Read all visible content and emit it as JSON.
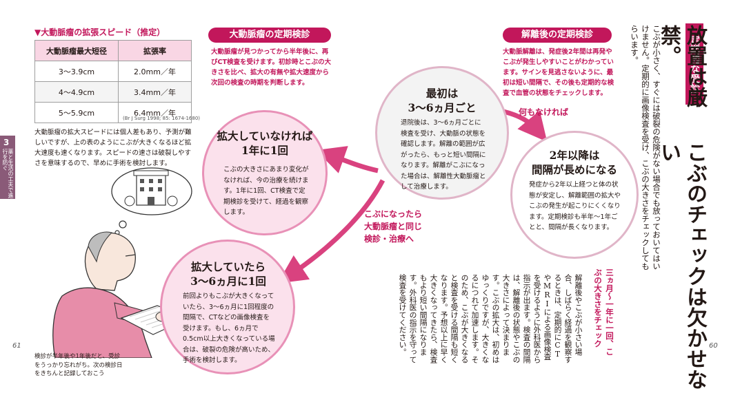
{
  "left": {
    "table_title": "▼大動脈瘤の拡張スピード（推定）",
    "table_headers": [
      "大動脈瘤最大短径",
      "拡張率"
    ],
    "table_rows": [
      {
        "diameter": "3～3.9cm",
        "rate": "2.0mm／年"
      },
      {
        "diameter": "4～4.9cm",
        "rate": "3.4mm／年"
      },
      {
        "diameter": "5～5.9cm",
        "rate": "6.4mm／年"
      }
    ],
    "table_source": "(Br J Surg 1998; 85: 1674-1680)",
    "paragraph": "大動脈瘤の拡大スピードには個人差もあり、予測が難しいですが、上の表のようにこぶが大きくなるほど拡大速度も速くなります。スピードの速さは破裂しやすさを意味するので、早めに手術を検討します。",
    "side_tab_number": "3",
    "side_tab_text": "薬と生活の工夫で進行を防ぐ",
    "page_number": "61",
    "caption": "検診が半年後や1年後だと、受診をうっかり忘れがち。次の検診日をきちんと記録しておこう"
  },
  "sections": {
    "regular_check_title": "大動脈瘤の定期検診",
    "regular_check_text": "大動脈瘤が見つかってから半年後に、再びCT検査を受けます。初診時とこぶの大きさを比べ、拡大の有無や拡大速度から次回の検査の時期を判断します。",
    "post_dissection_title": "解離後の定期検診",
    "post_dissection_text": "大動脈解離は、発症後2年間は再発やこぶが発生しやすいことがわかっています。サインを見逃さないように、最初は短い間隔で、その後も定期的な検査で血管の状態をチェックします。"
  },
  "circles": {
    "first": {
      "title": "最初は\n3～6ヵ月ごと",
      "body": "退院後は、3～6ヵ月ごとに検査を受け、大動脈の状態を確認します。解離の範囲が広がったら、もっと短い間隔になります。解離がこぶになった場合は、解離性大動脈瘤として治療します。"
    },
    "no_growth": {
      "title": "拡大していなければ\n1年に1回",
      "body": "こぶの大きさにあまり変化がなければ、今の治療を続けます。1年に1回、CT検査で定期検診を受けて、経過を観察します。"
    },
    "after_two": {
      "title": "2年以降は\n間隔が長めになる",
      "body": "発症から2年以上経つと体の状態が安定し、解離範囲の拡大やこぶの発生が起こりにくくなります。定期検診も半年～1年ごとと、間隔が長くなります。"
    },
    "growth": {
      "title": "拡大していたら\n3～6ヵ月に1回",
      "body": "前回よりもこぶが大きくなっていたら、3～6ヵ月に1回程度の間隔で、CTなどの画像検査を受けます。もし、6ヵ月で0.5cm以上大きくなっている場合は、破裂の危険が高いため、手術を検討します。"
    }
  },
  "arrows": {
    "if_nothing": "何もなければ",
    "if_aneurysm": "こぶになったら\n大動脈瘤と同じ\n検診・治療へ"
  },
  "right": {
    "tag": "定期的な受診",
    "headline1": "放置は厳禁。",
    "headline2": "こぶのチェックは欠かせない",
    "lead": "こぶが小さく、すぐには破裂の危険がない場合でも放っておいてはいけません。定期的に画像検査を受け、こぶの大きさをチェックしてもらいます。",
    "subhead": "三ヵ月～一年に一回、こぶの大きさをチェック",
    "body": "解離後やこぶが小さい場合、しばらく経過を観察するときは、定期的にCTやMRIによる画像検査を受けるように外科医から指示が出ます。検査の間隔は、解離後の状態やこぶの大きさによって決まります。こぶの拡大は、初めはゆっくりですが、大きくなるにつれて加速します。そのため、こぶが大きくなると検査を受ける間隔も短くなります。予想以上に早く大きくなってきたら、検査もより短い間隔になります。外科医の指示を守って検査を受けてください。",
    "page_number": "60"
  },
  "colors": {
    "accent": "#c2175b",
    "circle_pink": "#fbe1ec",
    "arrow": "#d9427f"
  }
}
